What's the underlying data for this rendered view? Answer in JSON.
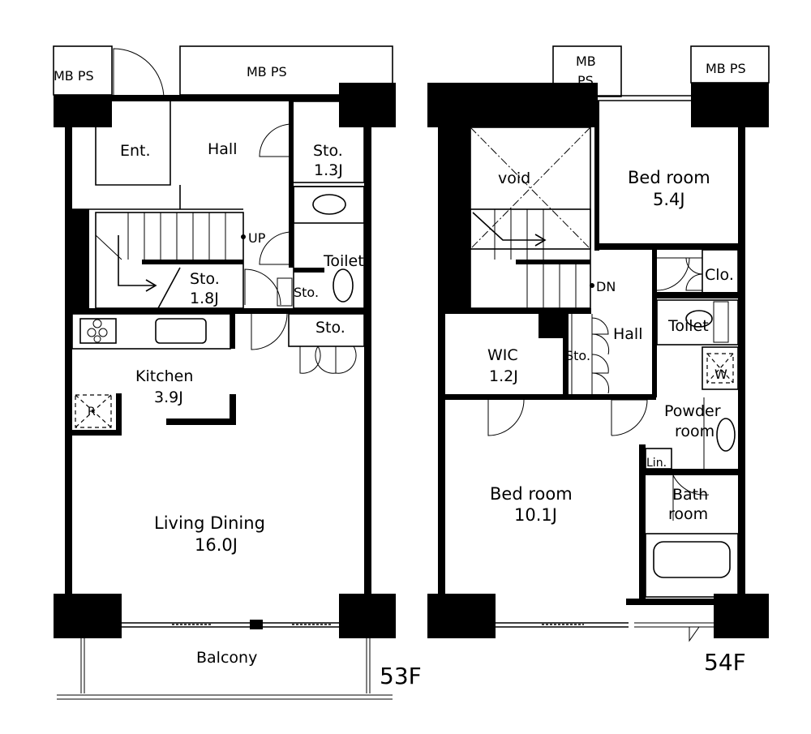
{
  "floors": {
    "f53": {
      "label": "53F",
      "rooms": {
        "mbps_left": "MB PS",
        "mbps_top": "MB PS",
        "entrance": "Ent.",
        "hall": "Hall",
        "storage_top_name": "Sto.",
        "storage_top_size": "1.3J",
        "stair_up": "UP",
        "toilet": "Toilet",
        "storage_stair_name": "Sto.",
        "storage_stair_size": "1.8J",
        "storage_small": "Sto.",
        "storage_right": "Sto.",
        "kitchen_name": "Kitchen",
        "kitchen_size": "3.9J",
        "fridge": "R",
        "living_name": "Living Dining",
        "living_size": "16.0J",
        "balcony": "Balcony"
      }
    },
    "f54": {
      "label": "54F",
      "rooms": {
        "mbps_mid_1": "MB",
        "mbps_mid_2": "PS",
        "mbps_right": "MB PS",
        "void": "void",
        "bedroom_small_name": "Bed room",
        "bedroom_small_size": "5.4J",
        "closet": "Clo.",
        "stair_down": "DN",
        "hall": "Hall",
        "toilet": "Toilet",
        "wic_name": "WIC",
        "wic_size": "1.2J",
        "storage": "Sto.",
        "washer": "W",
        "powder_1": "Powder",
        "powder_2": "room",
        "linen": "Lin.",
        "bedroom_large_name": "Bed room",
        "bedroom_large_size": "10.1J",
        "bath_1": "Bath",
        "bath_2": "room"
      }
    }
  }
}
